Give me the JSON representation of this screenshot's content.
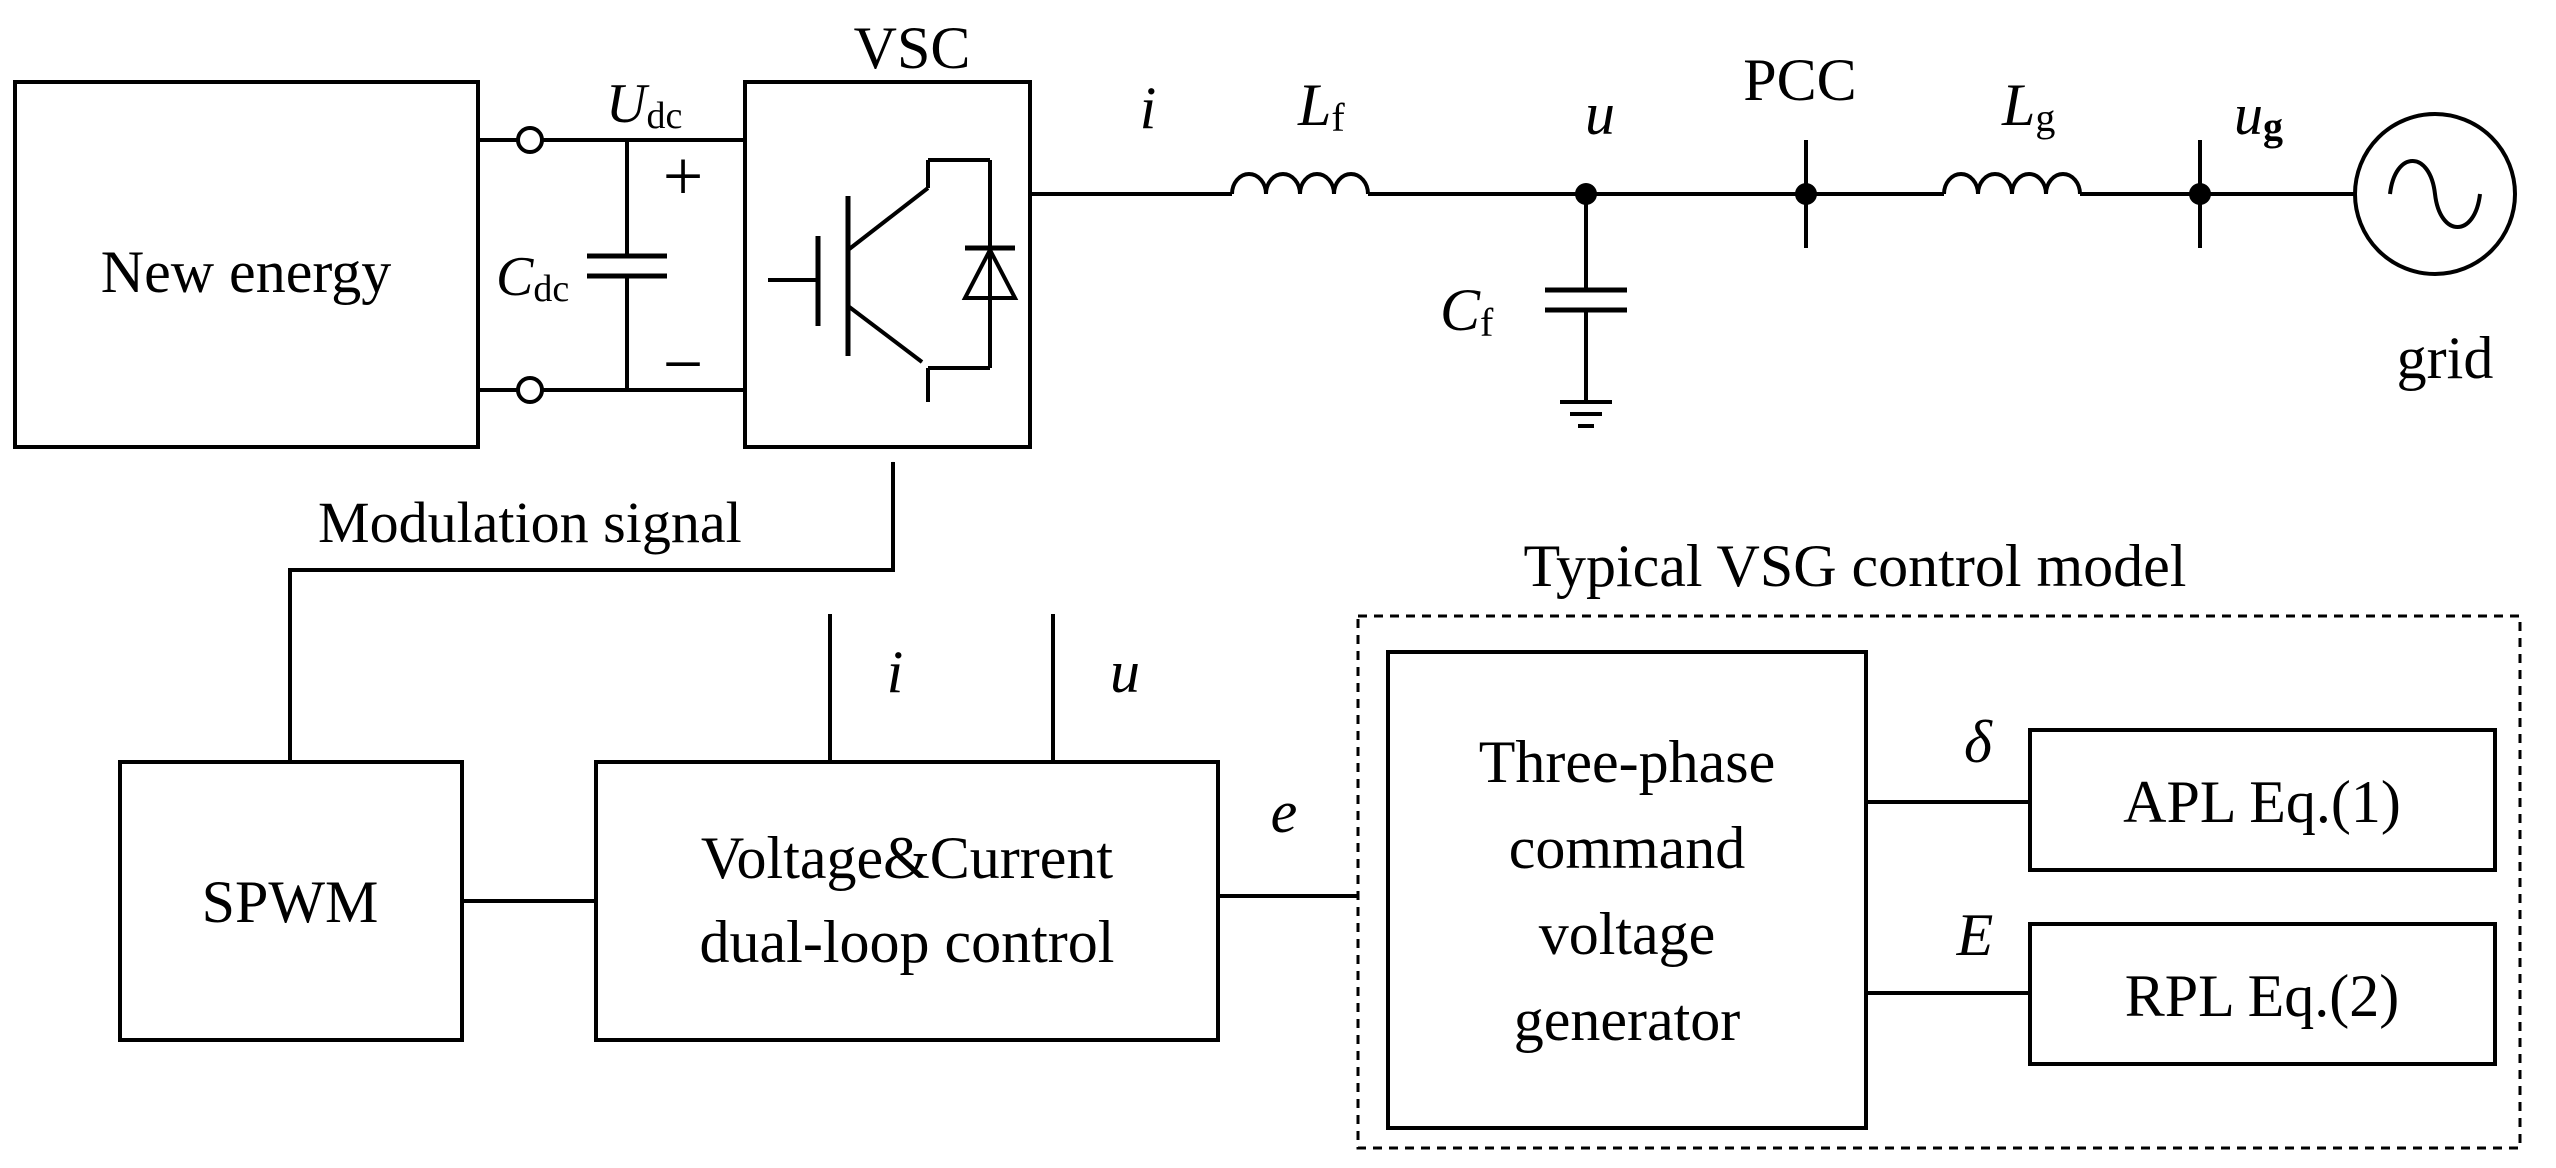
{
  "blocks": {
    "new_energy": "New energy",
    "vsc": "VSC",
    "spwm": "SPWM",
    "dual_loop_line1": "Voltage&Current",
    "dual_loop_line2": "dual-loop control",
    "generator_line1": "Three-phase",
    "generator_line2": "command",
    "generator_line3": "voltage",
    "generator_line4": "generator",
    "apl": "APL Eq.(1)",
    "rpl": "RPL Eq.(2)",
    "vsg_group_title": "Typical VSG control model"
  },
  "circuit": {
    "udc_main": "U",
    "udc_sub": "dc",
    "cdc_main": "C",
    "cdc_sub": "dc",
    "plus": "+",
    "minus": "−",
    "current": "i",
    "lf_main": "L",
    "lf_sub": "f",
    "cf_main": "C",
    "cf_sub": "f",
    "voltage": "u",
    "pcc": "PCC",
    "lg_main": "L",
    "lg_sub": "g",
    "ug_main": "u",
    "ug_sub": "g",
    "grid": "grid"
  },
  "signals": {
    "modulation": "Modulation signal",
    "i_in": "i",
    "u_in": "u",
    "e": "e",
    "delta": "δ",
    "E": "E"
  }
}
